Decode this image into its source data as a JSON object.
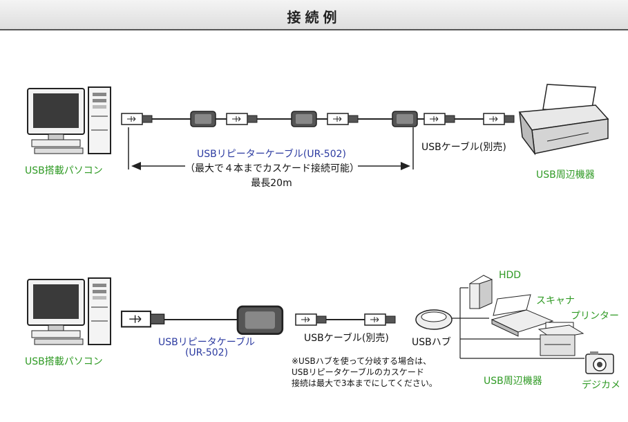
{
  "header": {
    "title": "接続例"
  },
  "diagram1": {
    "pc_label": "USB搭載パソコン",
    "cable_title": "USBリピーターケーブル(UR-502)",
    "cable_note": "（最大で４本までカスケード接続可能）",
    "max_length": "最長20m",
    "usb_cable_label": "USBケーブル(別売)",
    "device_label": "USB周辺機器"
  },
  "diagram2": {
    "pc_label": "USB搭載パソコン",
    "cable_title_line1": "USBリピータケーブル",
    "cable_title_line2": "(UR-502)",
    "usb_cable_label": "USBケーブル(別売)",
    "hub_label": "USBハブ",
    "note_lines": [
      "※USBハブを使って分岐する場合は、",
      "USBリピータケーブルのカスケード",
      "接続は最大で3本までにしてください。"
    ],
    "devices_label": "USB周辺機器",
    "hdd_label": "HDD",
    "scanner_label": "スキャナ",
    "printer_label": "プリンター",
    "camera_label": "デジカメ"
  }
}
